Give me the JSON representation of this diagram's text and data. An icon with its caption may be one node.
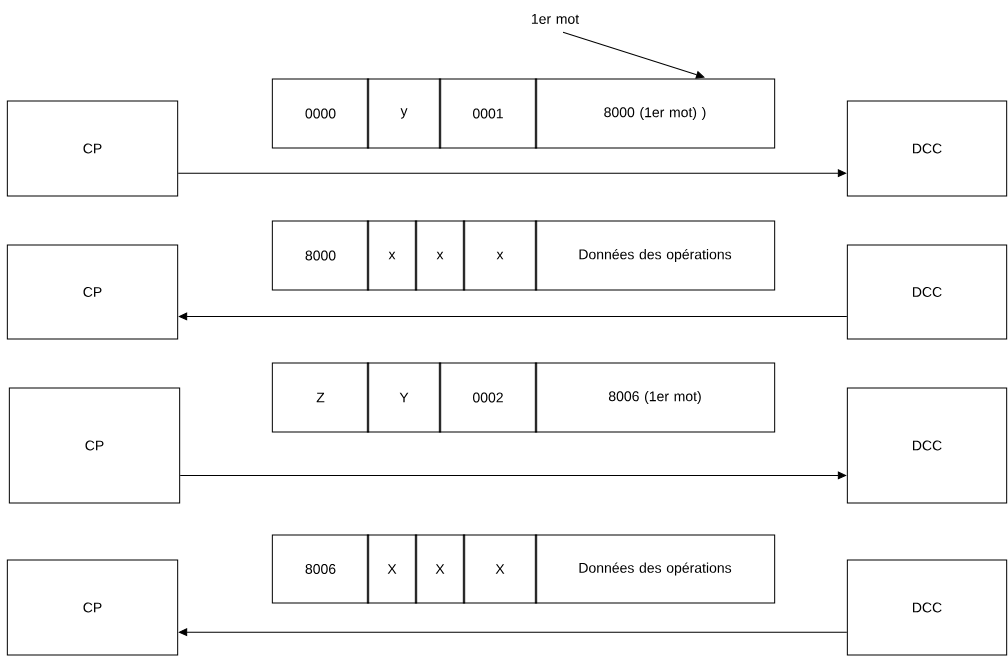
{
  "diagram": {
    "nodes": [
      {
        "text": [
          "1er mot"
        ]
      },
      {
        "text": [
          "0000"
        ]
      },
      {
        "text": [
          "y"
        ]
      },
      {
        "text": [
          "0001"
        ]
      },
      {
        "text": [
          "8000 (1er mot) )"
        ]
      },
      {
        "text": [
          "CP"
        ]
      },
      {
        "text": [
          "DCC"
        ]
      },
      {
        "text": [
          "8000"
        ]
      },
      {
        "text": [
          "x"
        ]
      },
      {
        "text": [
          "x"
        ]
      },
      {
        "text": [
          "x"
        ]
      },
      {
        "text": [
          "Données des opérations"
        ]
      },
      {
        "text": [
          "CP"
        ]
      },
      {
        "text": [
          "DCC"
        ]
      },
      {
        "text": [
          "Z"
        ]
      },
      {
        "text": [
          "Y"
        ]
      },
      {
        "text": [
          "0002"
        ]
      },
      {
        "text": [
          "8006 (1er mot)"
        ]
      },
      {
        "text": [
          "CP"
        ]
      },
      {
        "text": [
          "DCC"
        ]
      },
      {
        "text": [
          "8006"
        ]
      },
      {
        "text": [
          "X"
        ]
      },
      {
        "text": [
          "X"
        ]
      },
      {
        "text": [
          "X"
        ]
      },
      {
        "text": [
          "Données des opérations"
        ]
      },
      {
        "text": [
          "CP"
        ]
      },
      {
        "text": [
          "DCC"
        ]
      }
    ],
    "edges": [
      {
        "from": 0,
        "to": 4,
        "arrow": "to"
      },
      {
        "from": 5,
        "to": 6,
        "arrow": "to"
      },
      {
        "from": 13,
        "to": 12,
        "arrow": "to"
      },
      {
        "from": 18,
        "to": 19,
        "arrow": "to"
      },
      {
        "from": 26,
        "to": 25,
        "arrow": "to"
      }
    ]
  }
}
